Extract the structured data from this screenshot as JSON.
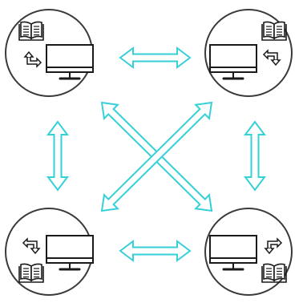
{
  "colors": {
    "background": "#ffffff",
    "node_stroke": "#3a3a3a",
    "arrow_stroke": "#36d0d8",
    "arrow_fill": "#ffffff",
    "icon_stroke": "#1a1a1a"
  },
  "nodes": [
    {
      "id": "top-left",
      "icons": [
        "book-icon",
        "monitor-icon",
        "corner-arrow-icon"
      ]
    },
    {
      "id": "top-right",
      "icons": [
        "book-icon",
        "monitor-icon",
        "corner-arrow-icon"
      ]
    },
    {
      "id": "bottom-left",
      "icons": [
        "book-icon",
        "monitor-icon",
        "corner-arrow-icon"
      ]
    },
    {
      "id": "bottom-right",
      "icons": [
        "book-icon",
        "monitor-icon",
        "corner-arrow-icon"
      ]
    }
  ],
  "connections": [
    {
      "from": "top-left",
      "to": "top-right",
      "kind": "bidirectional"
    },
    {
      "from": "bottom-left",
      "to": "bottom-right",
      "kind": "bidirectional"
    },
    {
      "from": "top-left",
      "to": "bottom-left",
      "kind": "bidirectional"
    },
    {
      "from": "top-right",
      "to": "bottom-right",
      "kind": "bidirectional"
    },
    {
      "from": "top-left",
      "to": "bottom-right",
      "kind": "bidirectional"
    },
    {
      "from": "top-right",
      "to": "bottom-left",
      "kind": "bidirectional"
    }
  ]
}
